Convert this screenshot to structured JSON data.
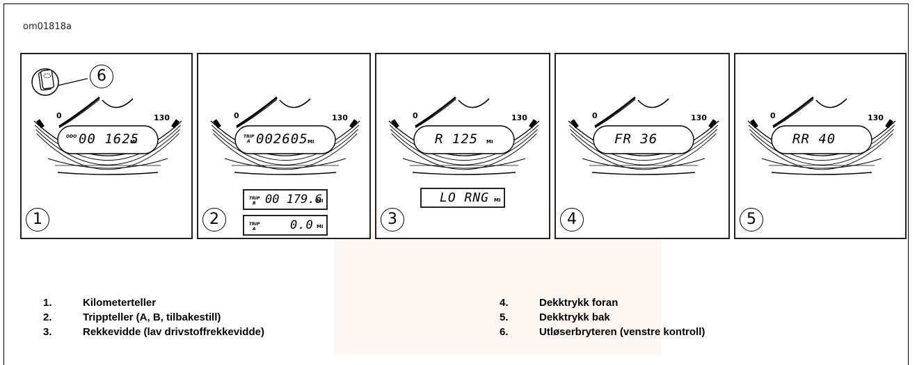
{
  "figure_id": "om01818a",
  "panels": [
    {
      "callout": "1",
      "label": "ODO",
      "label2": "",
      "reading": "00 1625",
      "unit": "MI"
    },
    {
      "callout": "2",
      "label": "TRIP",
      "label2": "A",
      "reading": "002605",
      "unit": "MI"
    },
    {
      "callout": "3",
      "label": "",
      "label2": "",
      "reading": "R  125",
      "unit": "MI"
    },
    {
      "callout": "4",
      "label": "",
      "label2": "",
      "reading": "FR  36",
      "unit": ""
    },
    {
      "callout": "5",
      "label": "",
      "label2": "",
      "reading": "RR  40",
      "unit": ""
    }
  ],
  "gauge_scale": {
    "min": "0",
    "max": "130"
  },
  "switch_callout": "6",
  "sub_displays": {
    "trip_b": {
      "label": "TRIP",
      "label2": "B",
      "reading": "00 179.6",
      "unit": "MI"
    },
    "trip_a": {
      "label": "TRIP",
      "label2": "A",
      "reading": "0.0",
      "unit": "MI"
    },
    "low_range": {
      "reading": "LO  RNG",
      "unit": "MI"
    }
  },
  "legend": [
    {
      "num": "1.",
      "text": "Kilometerteller"
    },
    {
      "num": "2.",
      "text": "Trippteller (A, B, tilbakestill)"
    },
    {
      "num": "3.",
      "text": "Rekkevidde (lav drivstoffrekkevidde)"
    },
    {
      "num": "4.",
      "text": "Dekktrykk foran"
    },
    {
      "num": "5.",
      "text": "Dekktrykk bak"
    },
    {
      "num": "6.",
      "text": "Utløserbryteren (venstre kontroll)"
    }
  ]
}
